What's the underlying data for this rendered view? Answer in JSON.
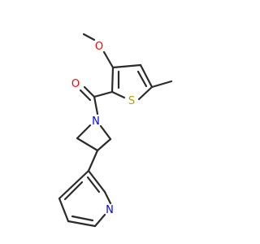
{
  "diagram": {
    "type": "chemical-structure",
    "atom_labels": {
      "oxygen_carbonyl": "O",
      "oxygen_methoxy": "O",
      "sulfur": "S",
      "nitrogen_azetidine": "N",
      "nitrogen_pyridine": "N"
    },
    "colors": {
      "bond": "#2b2b2b",
      "oxygen": "#ff0000",
      "sulfur": "#b5a000",
      "nitrogen": "#0000ff"
    }
  }
}
